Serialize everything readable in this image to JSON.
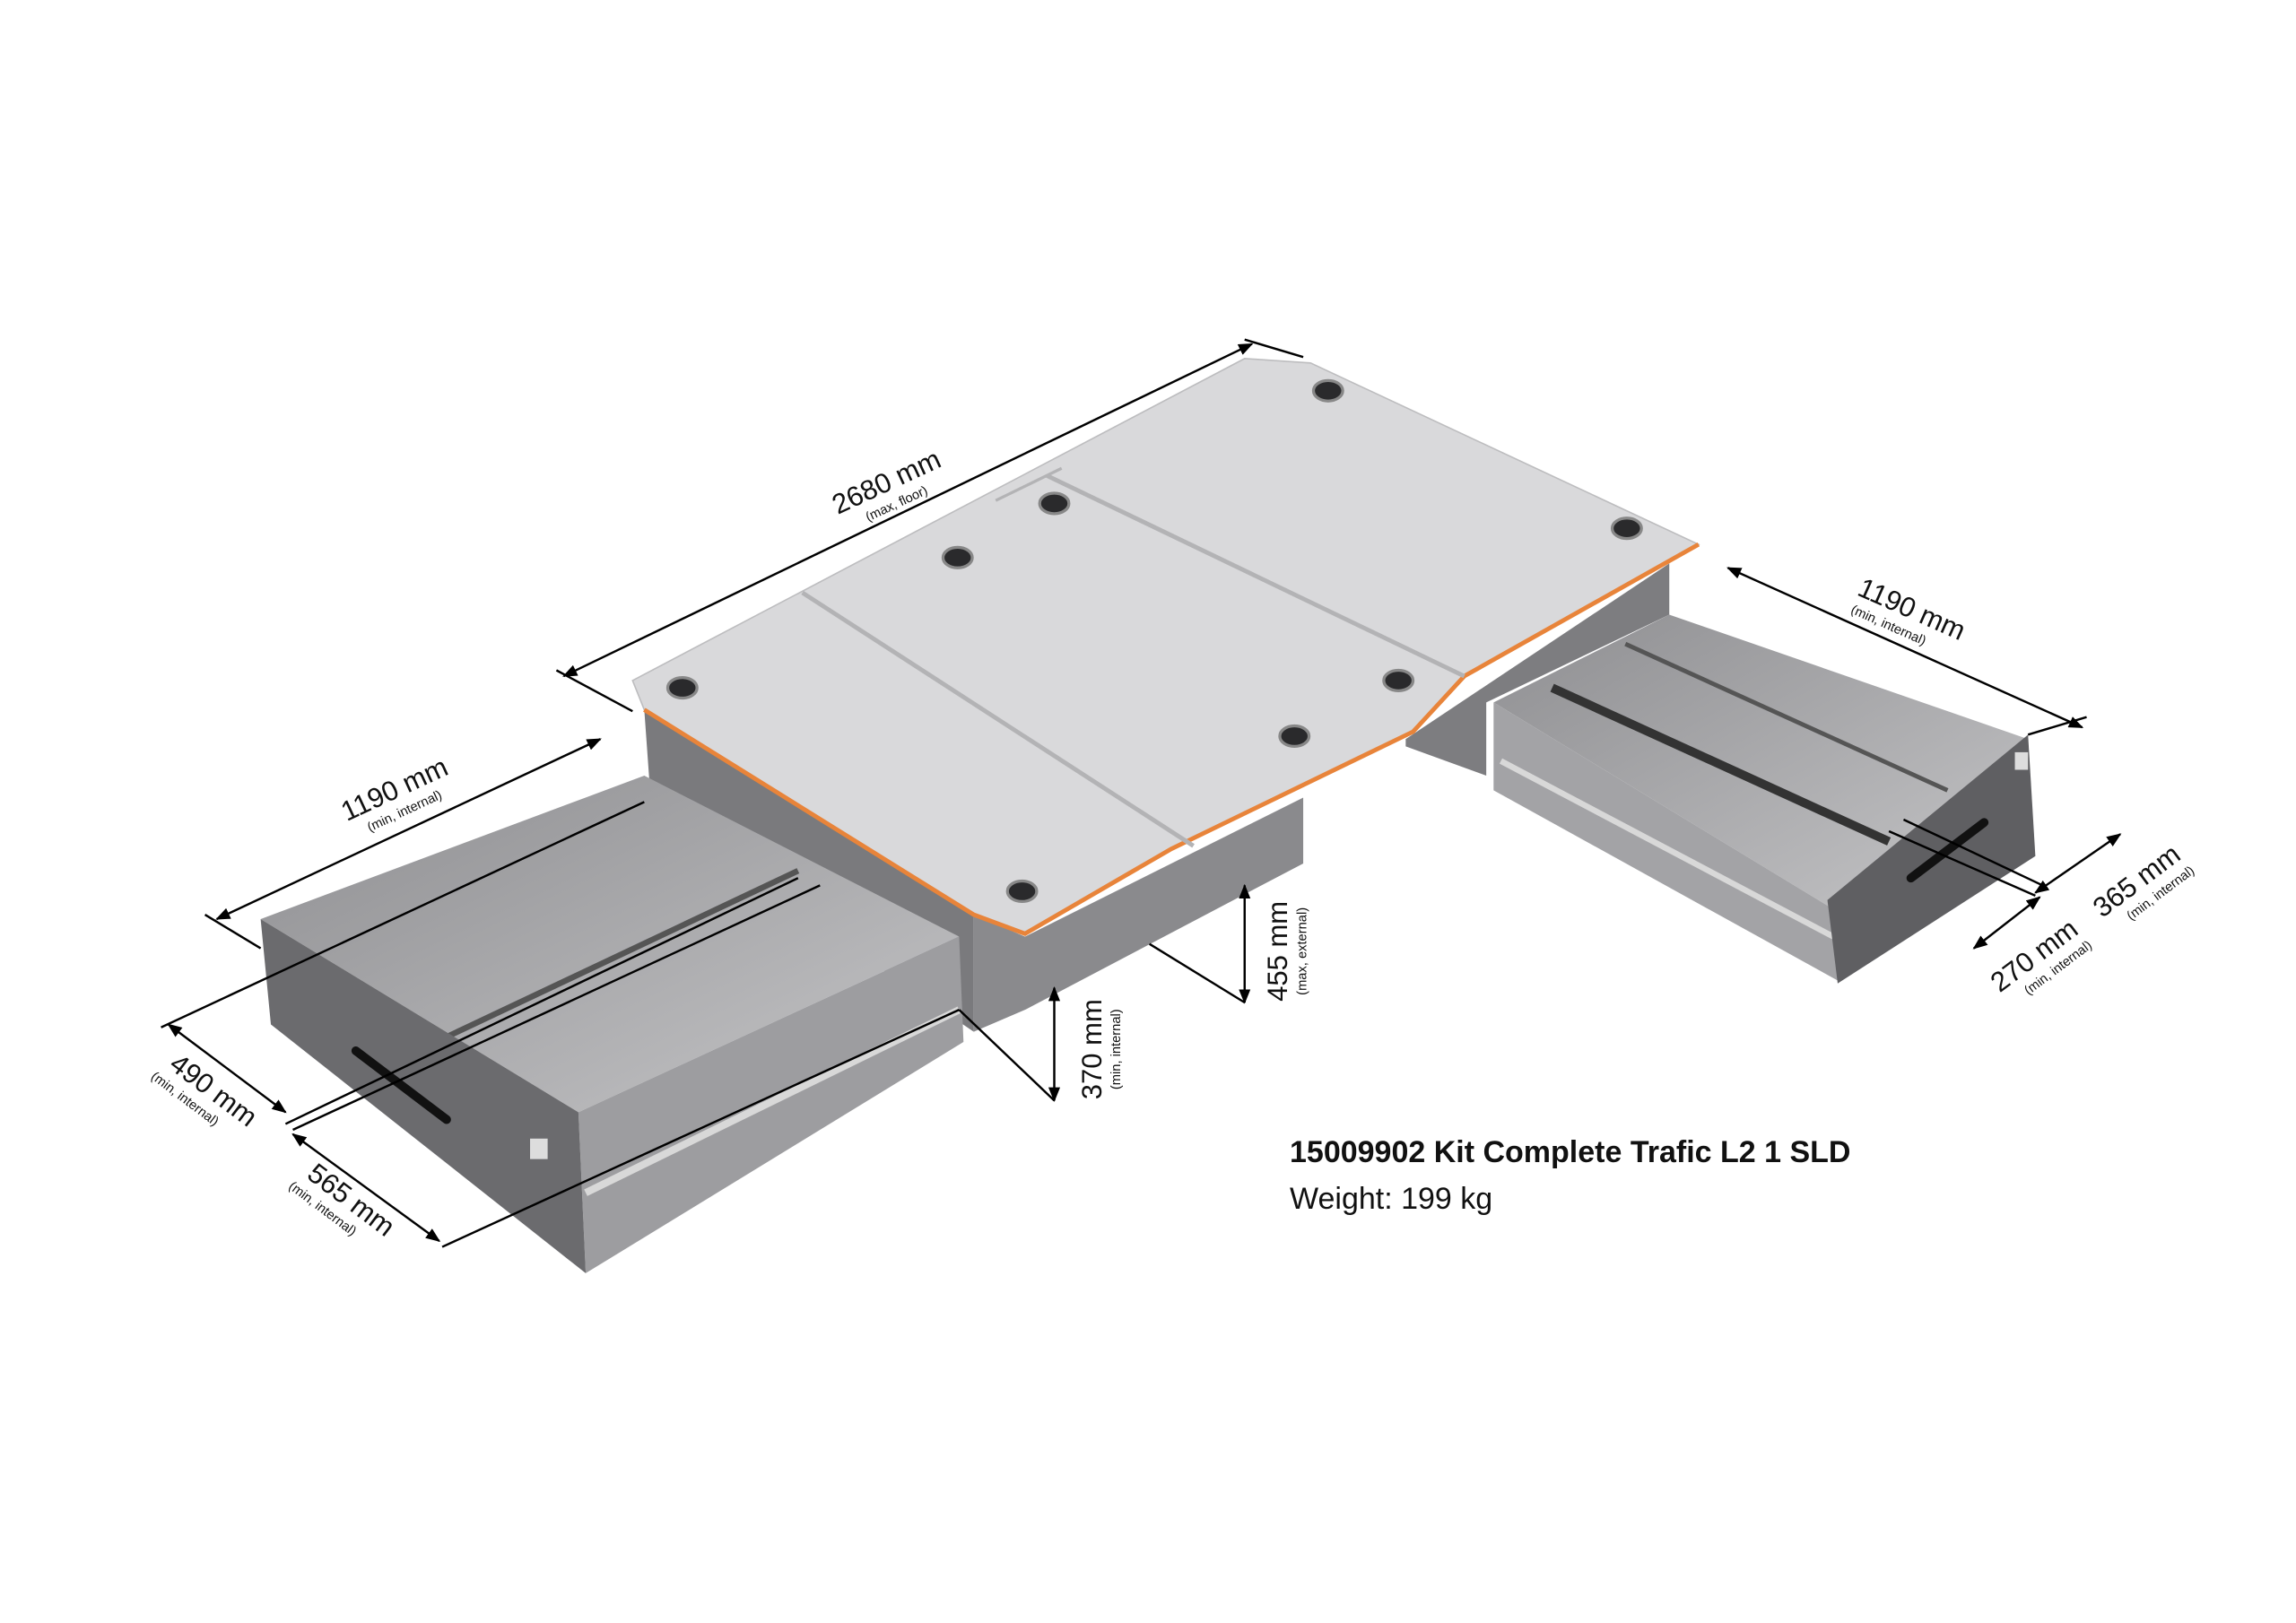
{
  "product": {
    "title": "15009902 Kit Complete Trafic L2 1 SLD",
    "weight": "Weight: 199 kg"
  },
  "dimensions": {
    "floor_length": {
      "value": "2680 mm",
      "note": "(max, floor)"
    },
    "left_drawer_length": {
      "value": "1190 mm",
      "note": "(min, internal)"
    },
    "right_drawer_length": {
      "value": "1190 mm",
      "note": "(min, internal)"
    },
    "left_width_a": {
      "value": "490 mm",
      "note": "(min, internal)"
    },
    "left_width_b": {
      "value": "565 mm",
      "note": "(min, internal)"
    },
    "drawer_height": {
      "value": "370 mm",
      "note": "(min, internal)"
    },
    "total_height": {
      "value": "455 mm",
      "note": "(max, external)"
    },
    "right_width_a": {
      "value": "270 mm",
      "note": "(min, internal)"
    },
    "right_width_b": {
      "value": "365 mm",
      "note": "(min, internal)"
    }
  },
  "colors": {
    "floor": "#d9d9d9",
    "edge": "#e8843a",
    "drawer_front": "#6b6b6e",
    "drawer_interior": "#a7a7a9"
  }
}
